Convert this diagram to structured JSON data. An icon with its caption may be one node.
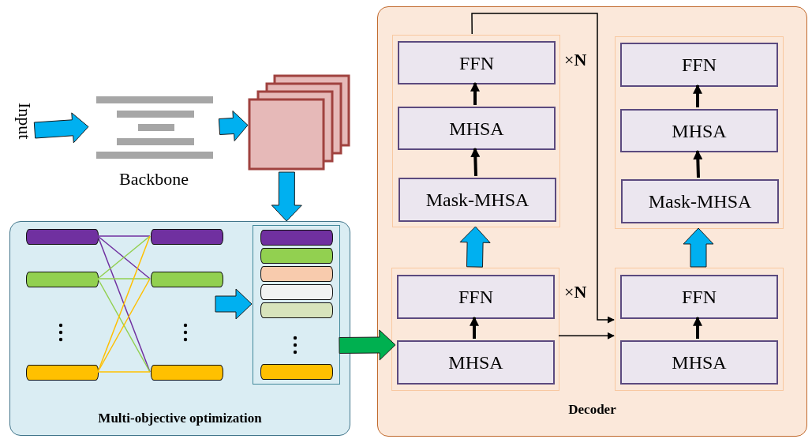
{
  "diagram": {
    "nodes": [
      {
        "text": [
          "Input"
        ]
      },
      {
        "text": [
          "Backbone"
        ]
      },
      {
        "text": [],
        "shape": "box"
      },
      {
        "text": [
          "Multi-objective optimization"
        ]
      },
      {
        "text": [],
        "shape": "bar",
        "in": 3
      },
      {
        "text": [],
        "shape": "bar",
        "in": 3
      },
      {
        "text": [],
        "shape": "bar",
        "in": 3
      },
      {
        "text": [],
        "shape": "bar",
        "in": 3
      },
      {
        "text": [],
        "shape": "bar",
        "in": 3
      },
      {
        "text": [],
        "shape": "bar",
        "in": 3
      },
      {
        "text": [],
        "shape": "box",
        "in": 3
      },
      {
        "text": [],
        "shape": "bar",
        "in": 10
      },
      {
        "text": [],
        "shape": "bar",
        "in": 10
      },
      {
        "text": [],
        "shape": "bar",
        "in": 10
      },
      {
        "text": [],
        "shape": "bar",
        "in": 10
      },
      {
        "text": [],
        "shape": "bar",
        "in": 10
      },
      {
        "text": [],
        "shape": "bar",
        "in": 10
      },
      {
        "text": [
          "Decoder"
        ]
      },
      {
        "text": [],
        "shape": "box",
        "in": 17,
        "beside": [
          "×**N**"
        ]
      },
      {
        "text": [
          "FFN"
        ],
        "in": 18
      },
      {
        "text": [
          "MHSA"
        ],
        "in": 18
      },
      {
        "text": [
          "Mask-MHSA"
        ],
        "in": 18
      },
      {
        "text": [],
        "shape": "box",
        "in": 17,
        "beside": [
          "×**N**"
        ]
      },
      {
        "text": [
          "FFN"
        ],
        "in": 22
      },
      {
        "text": [
          "MHSA"
        ],
        "in": 22
      },
      {
        "text": [],
        "shape": "box",
        "in": 17
      },
      {
        "text": [
          "FFN"
        ],
        "in": 25
      },
      {
        "text": [
          "MHSA"
        ],
        "in": 25
      },
      {
        "text": [
          "Mask-MHSA"
        ],
        "in": 25
      },
      {
        "text": [],
        "shape": "box",
        "in": 17
      },
      {
        "text": [
          "FFN"
        ],
        "in": 29
      },
      {
        "text": [
          "MHSA"
        ],
        "in": 29
      }
    ],
    "edges": [
      {
        "from": 0,
        "to": 1,
        "arrow": "to",
        "style": "thick",
        "color": "#00b0f0"
      },
      {
        "from": 1,
        "to": 2,
        "arrow": "to",
        "style": "thick",
        "color": "#00b0f0"
      },
      {
        "from": 2,
        "to": 3,
        "arrow": "to",
        "style": "thick",
        "color": "#00b0f0"
      },
      {
        "from": null,
        "to": 10,
        "arrow": "to",
        "style": "thick",
        "color": "#00b0f0"
      },
      {
        "from": 10,
        "to": 24,
        "arrow": "to",
        "style": "thick",
        "color": "#00b050"
      },
      {
        "from": 4,
        "to": 7,
        "arrow": "none",
        "color": "#7030a0"
      },
      {
        "from": 4,
        "to": 8,
        "arrow": "none",
        "color": "#7030a0"
      },
      {
        "from": 4,
        "to": 9,
        "arrow": "none",
        "color": "#7030a0"
      },
      {
        "from": 5,
        "to": 7,
        "arrow": "none",
        "color": "#92d050"
      },
      {
        "from": 5,
        "to": 8,
        "arrow": "none",
        "color": "#92d050"
      },
      {
        "from": 5,
        "to": 9,
        "arrow": "none",
        "color": "#92d050"
      },
      {
        "from": 6,
        "to": 7,
        "arrow": "none",
        "color": "#ffc000"
      },
      {
        "from": 6,
        "to": 8,
        "arrow": "none",
        "color": "#ffc000"
      },
      {
        "from": 6,
        "to": 9,
        "arrow": "none",
        "color": "#ffc000"
      },
      {
        "from": 21,
        "to": 20,
        "arrow": "to",
        "style": "thick"
      },
      {
        "from": 20,
        "to": 19,
        "arrow": "to",
        "style": "thick"
      },
      {
        "from": 24,
        "to": 23,
        "arrow": "to",
        "style": "thick"
      },
      {
        "from": 28,
        "to": 27,
        "arrow": "to",
        "style": "thick"
      },
      {
        "from": 27,
        "to": 26,
        "arrow": "to",
        "style": "thick"
      },
      {
        "from": 31,
        "to": 30,
        "arrow": "to",
        "style": "thick"
      },
      {
        "from": 22,
        "to": 18,
        "arrow": "to",
        "style": "thick",
        "color": "#00b0f0"
      },
      {
        "from": 29,
        "to": 25,
        "arrow": "to",
        "style": "thick",
        "color": "#00b0f0"
      },
      {
        "from": 18,
        "to": 29,
        "arrow": "to"
      },
      {
        "from": 22,
        "to": 29,
        "arrow": "to"
      }
    ]
  }
}
